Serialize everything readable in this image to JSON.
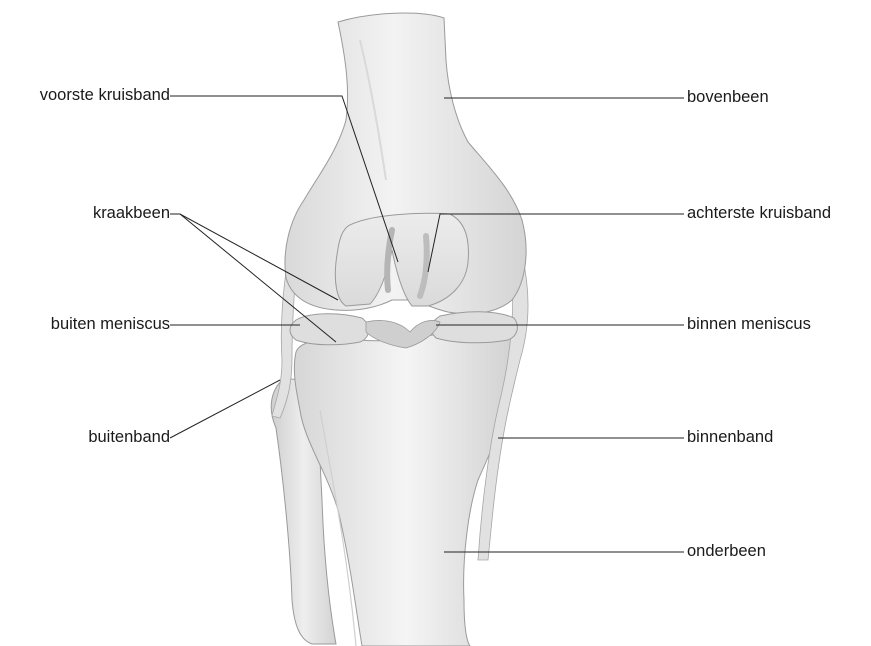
{
  "diagram": {
    "labels_left": {
      "voorste_kruisband": "voorste kruisband",
      "kraakbeen": "kraakbeen",
      "buiten_meniscus": "buiten meniscus",
      "buitenband": "buitenband"
    },
    "labels_right": {
      "bovenbeen": "bovenbeen",
      "achterste_kruisband": "achterste kruisband",
      "binnen_meniscus": "binnen meniscus",
      "binnenband": "binnenband",
      "onderbeen": "onderbeen"
    },
    "colors": {
      "bone": "#e9e9e9",
      "bone_shade": "#d2d2d2",
      "outline": "#9a9a9a",
      "leader_line": "#222222",
      "text": "#1a1a1a"
    }
  }
}
